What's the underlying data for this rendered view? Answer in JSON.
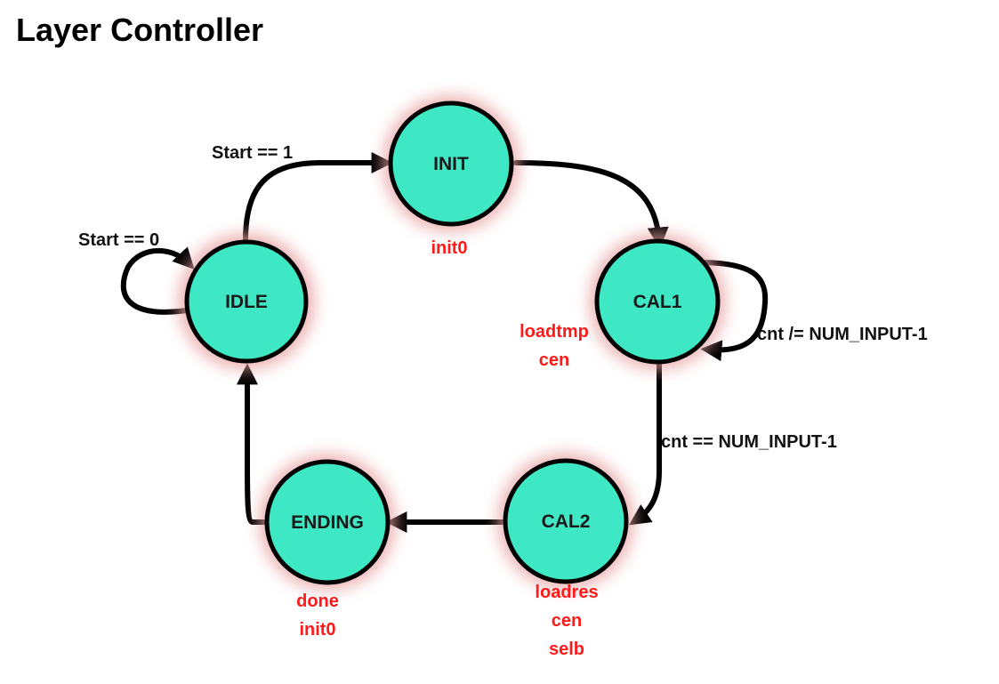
{
  "title": "Layer Controller",
  "colors": {
    "state_fill": "#3fe8c4",
    "state_stroke": "#000000",
    "state_glow": "#e8a0a0",
    "output_text": "#ff1a1a",
    "edge_text": "#111111"
  },
  "states": {
    "idle": {
      "label": "IDLE",
      "outputs": []
    },
    "init": {
      "label": "INIT",
      "outputs": [
        "init0"
      ]
    },
    "cal1": {
      "label": "CAL1",
      "outputs": [
        "loadtmp",
        "cen"
      ]
    },
    "cal2": {
      "label": "CAL2",
      "outputs": [
        "loadres",
        "cen",
        "selb"
      ]
    },
    "ending": {
      "label": "ENDING",
      "outputs": [
        "done",
        "init0"
      ]
    }
  },
  "transitions": {
    "idle_self": {
      "from": "IDLE",
      "to": "IDLE",
      "condition": "Start == 0"
    },
    "idle_to_init": {
      "from": "IDLE",
      "to": "INIT",
      "condition": "Start == 1"
    },
    "init_to_cal1": {
      "from": "INIT",
      "to": "CAL1",
      "condition": ""
    },
    "cal1_self": {
      "from": "CAL1",
      "to": "CAL1",
      "condition": "cnt /= NUM_INPUT-1"
    },
    "cal1_to_cal2": {
      "from": "CAL1",
      "to": "CAL2",
      "condition": "cnt == NUM_INPUT-1"
    },
    "cal2_to_ending": {
      "from": "CAL2",
      "to": "ENDING",
      "condition": ""
    },
    "ending_to_idle": {
      "from": "ENDING",
      "to": "IDLE",
      "condition": ""
    }
  }
}
